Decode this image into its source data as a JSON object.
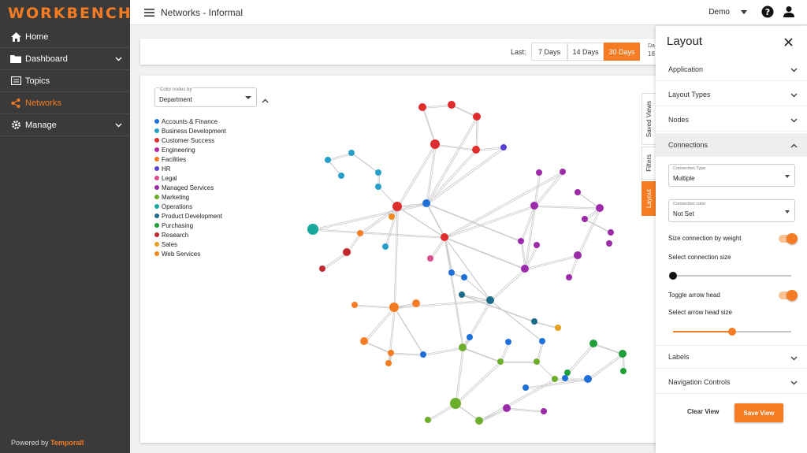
{
  "app": {
    "logo_text": "WORKBENCH"
  },
  "sidebar": {
    "items": [
      {
        "label": "Home",
        "icon": "home-icon"
      },
      {
        "label": "Dashboard",
        "icon": "folder-icon"
      },
      {
        "label": "Topics",
        "icon": "document-icon"
      },
      {
        "label": "Networks",
        "icon": "share-icon"
      },
      {
        "label": "Manage",
        "icon": "gear-icon"
      }
    ],
    "powered_prefix": "Powered by ",
    "powered_brand": "Temporall"
  },
  "header": {
    "title": "Networks - Informal",
    "user": "Demo"
  },
  "filter": {
    "last_label": "Last:",
    "ranges": [
      "7 Days",
      "14 Days",
      "30 Days"
    ],
    "active_range": "30 Days",
    "date_label_cut": "Da",
    "date_value_cut": "18"
  },
  "canvas": {
    "color_by_label": "Color nodes by",
    "color_by_value": "Department"
  },
  "legend": [
    {
      "label": "Accounts & Finance",
      "color": "#1e6fd9"
    },
    {
      "label": "Business Development",
      "color": "#26a0c8"
    },
    {
      "label": "Customer Success",
      "color": "#e02c2c"
    },
    {
      "label": "Engineering",
      "color": "#b3279f"
    },
    {
      "label": "Facilities",
      "color": "#f57c22"
    },
    {
      "label": "HR",
      "color": "#5b3fd4"
    },
    {
      "label": "Legal",
      "color": "#e04a8f"
    },
    {
      "label": "Managed Services",
      "color": "#9b2ba8"
    },
    {
      "label": "Marketing",
      "color": "#6cae2c"
    },
    {
      "label": "Operations",
      "color": "#17a89b"
    },
    {
      "label": "Product Development",
      "color": "#1b6b8a"
    },
    {
      "label": "Purchasing",
      "color": "#1f9e3a"
    },
    {
      "label": "Research",
      "color": "#c0282f"
    },
    {
      "label": "Sales",
      "color": "#e8a020"
    },
    {
      "label": "Web Services",
      "color": "#f08a1c"
    }
  ],
  "side_tabs": [
    "Saved Views",
    "Filters",
    "Layout"
  ],
  "panel": {
    "title": "Layout",
    "sections": {
      "application": "Application",
      "layout_types": "Layout Types",
      "nodes": "Nodes",
      "connections": "Connections",
      "labels": "Labels",
      "navigation": "Navigation Controls"
    },
    "connection_type_label": "Connection Type",
    "connection_type_value": "Multiple",
    "connection_color_label": "Connection color",
    "connection_color_value": "Not Set",
    "size_by_weight_label": "Size connection by weight",
    "size_by_weight_on": true,
    "connection_size_label": "Select connection size",
    "connection_size_value": 0.0,
    "toggle_arrow_label": "Toggle arrow head",
    "toggle_arrow_on": true,
    "arrow_size_label": "Select arrow head size",
    "arrow_size_value": 0.5,
    "clear_label": "Clear View",
    "save_label": "Save View"
  },
  "colors": {
    "accent": "#f57c22",
    "sidebar_bg": "#3a3a3a"
  }
}
